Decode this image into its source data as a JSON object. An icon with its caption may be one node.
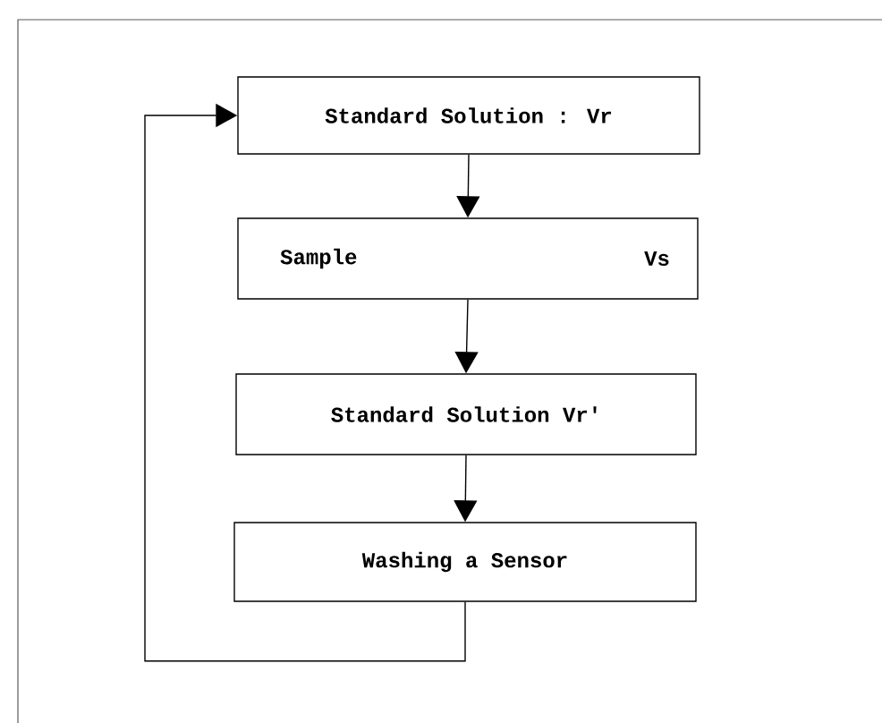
{
  "diagram": {
    "nodes": [
      {
        "text": [
          "Standard Solution : Vr"
        ]
      },
      {
        "text": [
          "Sample",
          "Vs"
        ]
      },
      {
        "text": [
          "Standard Solution  Vr'"
        ]
      },
      {
        "text": [
          "Washing a Sensor"
        ]
      }
    ],
    "edges": [
      {
        "from": 0,
        "to": 1,
        "arrow": "to"
      },
      {
        "from": 1,
        "to": 2,
        "arrow": "to"
      },
      {
        "from": 2,
        "to": 3,
        "arrow": "to"
      },
      {
        "from": 3,
        "to": 0,
        "arrow": "to"
      }
    ]
  }
}
